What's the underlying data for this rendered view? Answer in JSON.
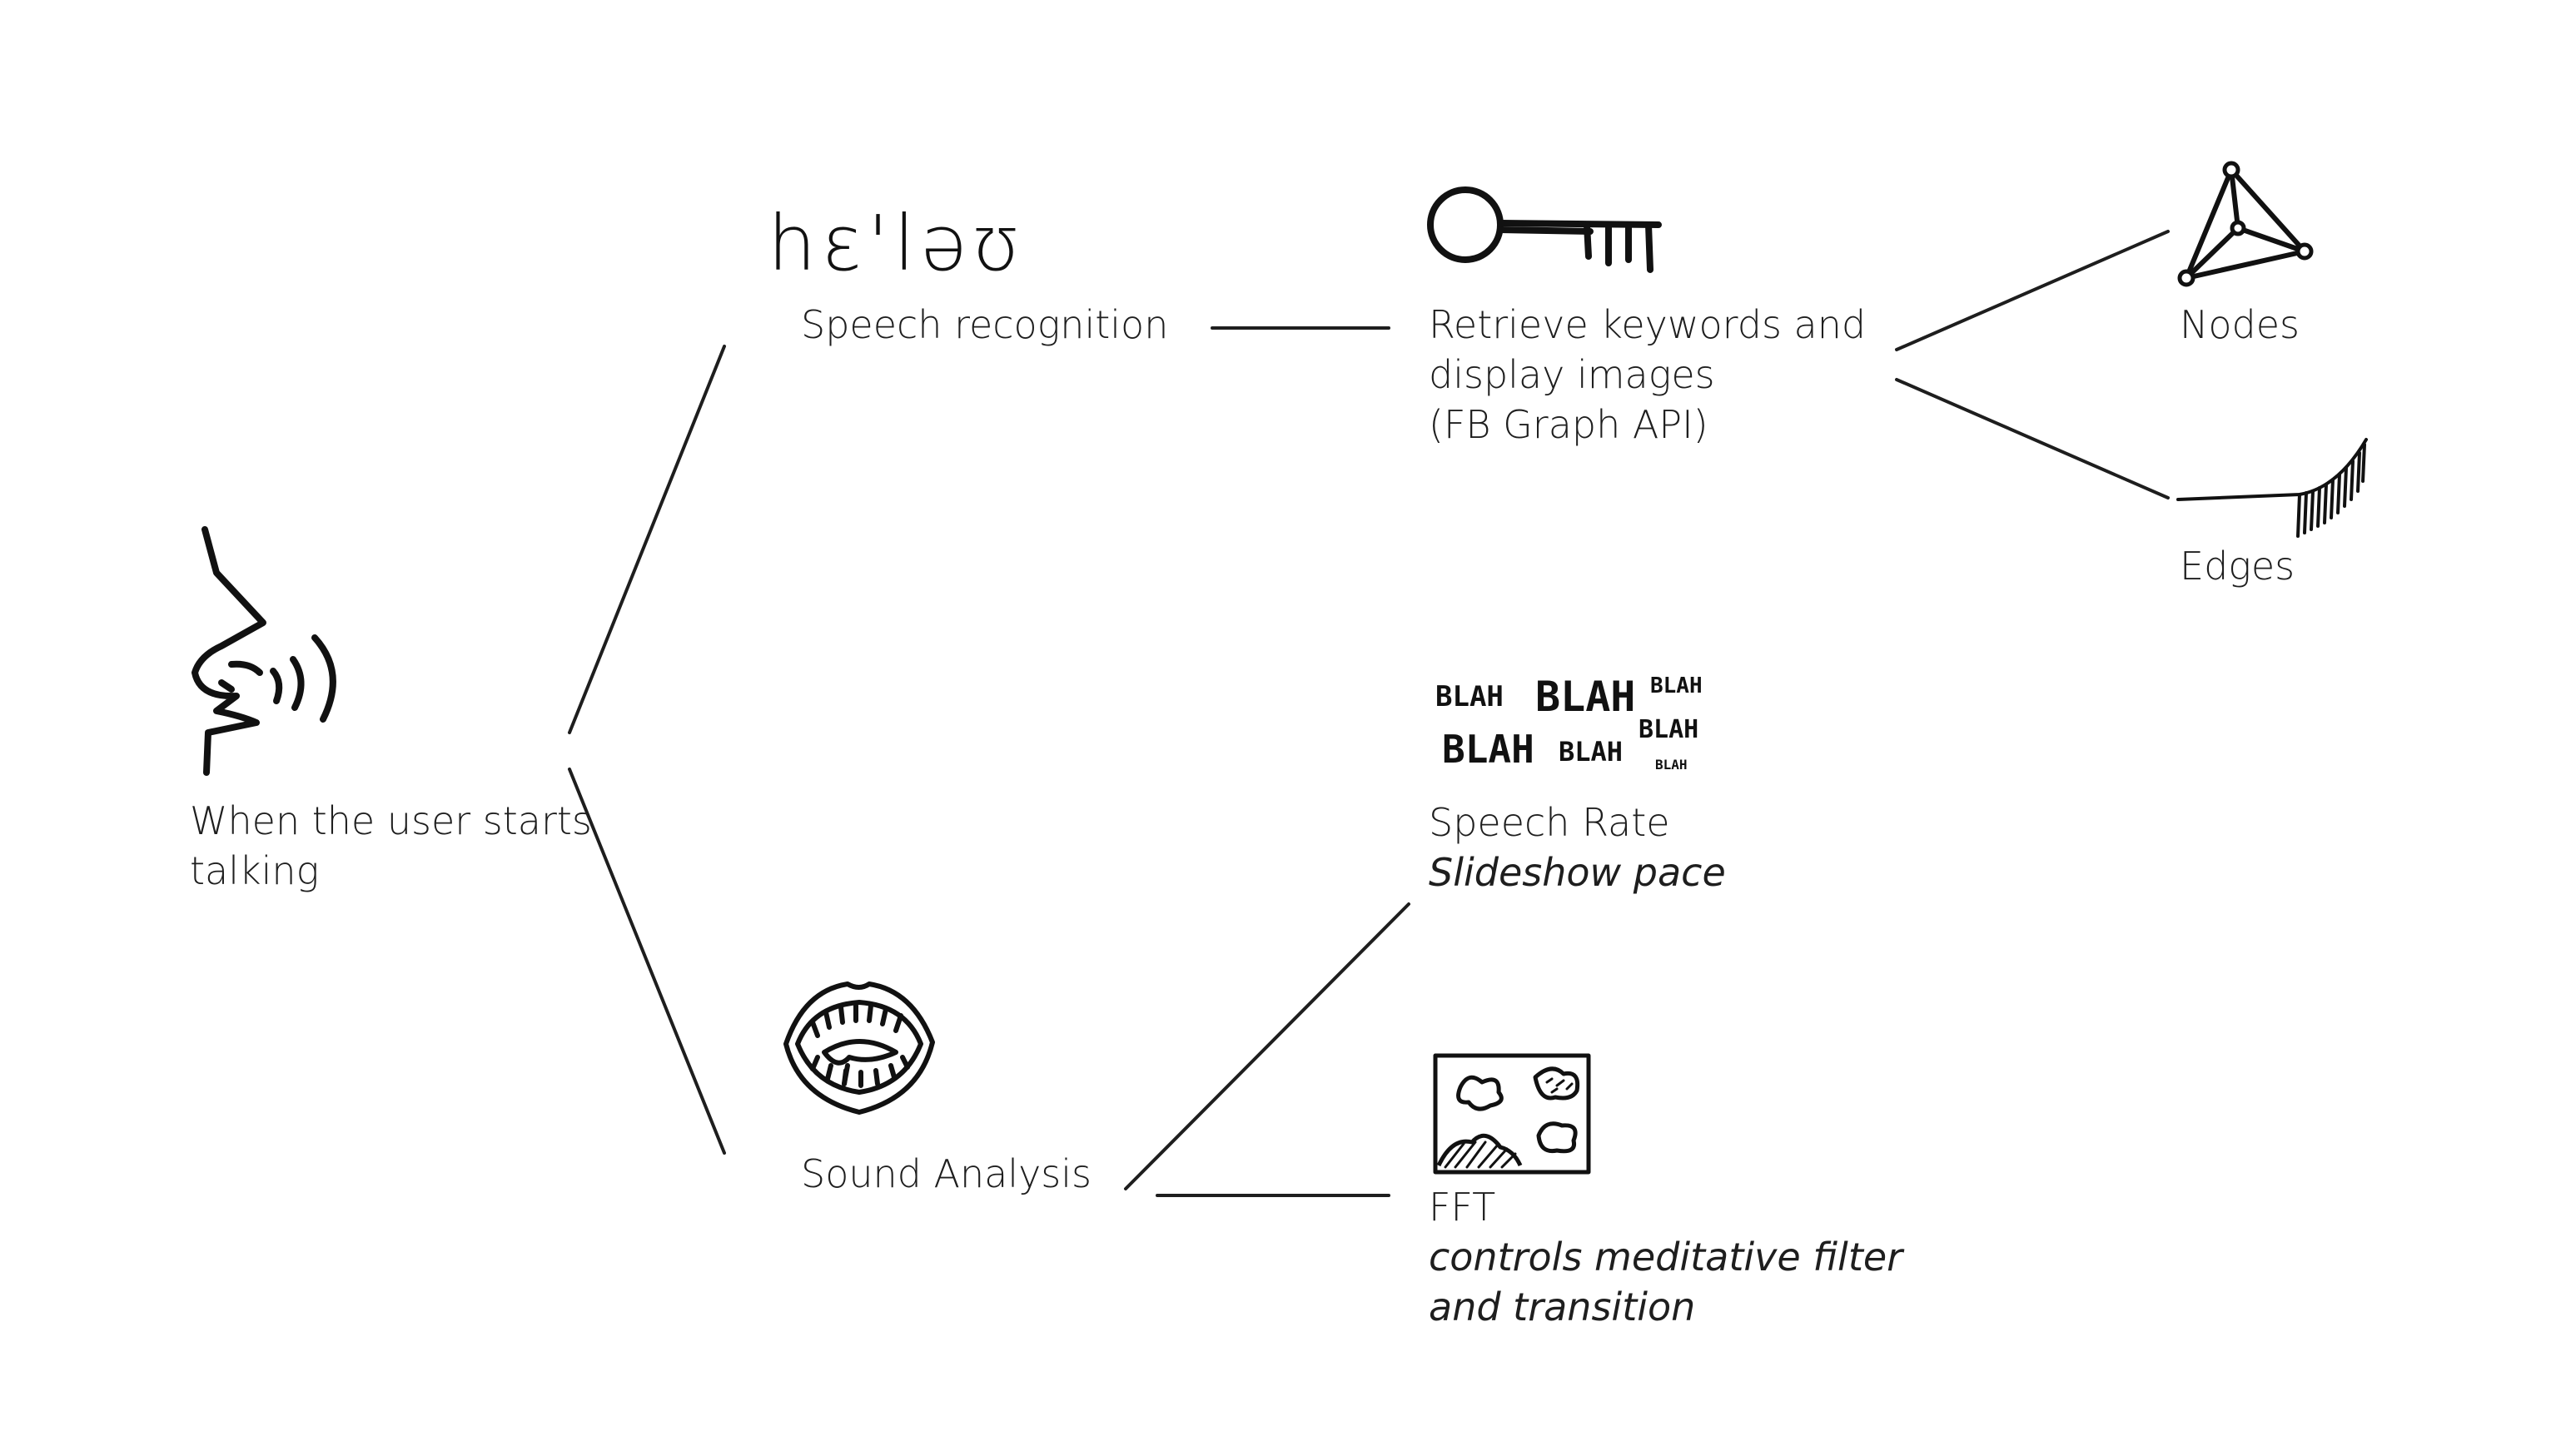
{
  "nodes": {
    "start": {
      "lines": [
        "When the user starts",
        "talking"
      ]
    },
    "speech_recognition": {
      "label": "Speech recognition",
      "ipa": "hɛ'ləʊ"
    },
    "sound_analysis": {
      "label": "Sound Analysis"
    },
    "retrieve": {
      "lines": [
        "Retrieve keywords and",
        "display images",
        "(FB Graph API)"
      ]
    },
    "nodes": {
      "label": "Nodes"
    },
    "edges": {
      "label": "Edges"
    },
    "speech_rate": {
      "label": "Speech Rate",
      "sub": "Slideshow pace",
      "sketch_words": [
        "BLAH",
        "BLAH",
        "BLAH",
        "BLAH",
        "BLAH",
        "BLAH",
        "BLAH"
      ]
    },
    "fft": {
      "label": "FFT",
      "sub_lines": [
        "controls meditative filter",
        "and transition"
      ]
    }
  },
  "colors": {
    "ink": "#1e1e1e",
    "background": "#ffffff"
  },
  "icons": [
    "speaking-face-icon",
    "key-icon",
    "network-graph-icon",
    "eyelash-icon",
    "open-mouth-icon",
    "blah-words-icon",
    "abstract-painting-icon"
  ]
}
